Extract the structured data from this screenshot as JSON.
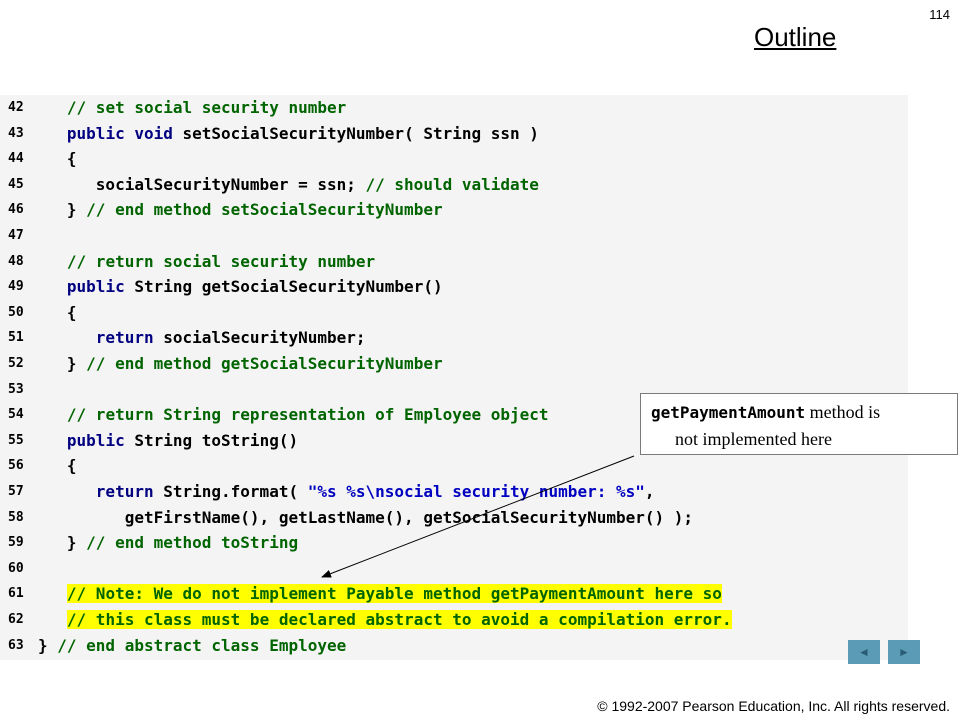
{
  "header": {
    "page_number": "114",
    "outline_label": "Outline"
  },
  "code": {
    "lines": [
      {
        "num": "42",
        "segments": [
          {
            "t": "   "
          },
          {
            "t": "// set social security number",
            "c": "cm"
          }
        ]
      },
      {
        "num": "43",
        "segments": [
          {
            "t": "   "
          },
          {
            "t": "public void",
            "c": "kw"
          },
          {
            "t": " setSocialSecurityNumber( String ssn )"
          }
        ]
      },
      {
        "num": "44",
        "segments": [
          {
            "t": "   {"
          }
        ]
      },
      {
        "num": "45",
        "segments": [
          {
            "t": "      socialSecurityNumber = ssn; "
          },
          {
            "t": "// should validate",
            "c": "cm"
          }
        ]
      },
      {
        "num": "46",
        "segments": [
          {
            "t": "   } "
          },
          {
            "t": "// end method setSocialSecurityNumber",
            "c": "cm"
          }
        ]
      },
      {
        "num": "47",
        "segments": [
          {
            "t": ""
          }
        ]
      },
      {
        "num": "48",
        "segments": [
          {
            "t": "   "
          },
          {
            "t": "// return social security number",
            "c": "cm"
          }
        ]
      },
      {
        "num": "49",
        "segments": [
          {
            "t": "   "
          },
          {
            "t": "public",
            "c": "kw"
          },
          {
            "t": " String getSocialSecurityNumber()"
          }
        ]
      },
      {
        "num": "50",
        "segments": [
          {
            "t": "   {"
          }
        ]
      },
      {
        "num": "51",
        "segments": [
          {
            "t": "      "
          },
          {
            "t": "return",
            "c": "kw"
          },
          {
            "t": " socialSecurityNumber;"
          }
        ]
      },
      {
        "num": "52",
        "segments": [
          {
            "t": "   } "
          },
          {
            "t": "// end method getSocialSecurityNumber",
            "c": "cm"
          }
        ]
      },
      {
        "num": "53",
        "segments": [
          {
            "t": ""
          }
        ]
      },
      {
        "num": "54",
        "segments": [
          {
            "t": "   "
          },
          {
            "t": "// return String representation of Employee object",
            "c": "cm"
          }
        ]
      },
      {
        "num": "55",
        "segments": [
          {
            "t": "   "
          },
          {
            "t": "public",
            "c": "kw"
          },
          {
            "t": " String toString()"
          }
        ]
      },
      {
        "num": "56",
        "segments": [
          {
            "t": "   {"
          }
        ]
      },
      {
        "num": "57",
        "segments": [
          {
            "t": "      "
          },
          {
            "t": "return",
            "c": "kw"
          },
          {
            "t": " String.format( "
          },
          {
            "t": "\"%s %s\\nsocial security number: %s\"",
            "c": "st"
          },
          {
            "t": ","
          }
        ]
      },
      {
        "num": "58",
        "segments": [
          {
            "t": "         getFirstName(), getLastName(), getSocialSecurityNumber() );"
          }
        ]
      },
      {
        "num": "59",
        "segments": [
          {
            "t": "   } "
          },
          {
            "t": "// end method toString",
            "c": "cm"
          }
        ]
      },
      {
        "num": "60",
        "segments": [
          {
            "t": ""
          }
        ]
      },
      {
        "num": "61",
        "segments": [
          {
            "t": "   "
          },
          {
            "t": "// Note: We do not implement Payable method getPaymentAmount here so",
            "c": "cm hl"
          }
        ]
      },
      {
        "num": "62",
        "segments": [
          {
            "t": "   "
          },
          {
            "t": "// this class must be declared abstract to avoid a compilation error.",
            "c": "cm hl"
          }
        ]
      },
      {
        "num": "63",
        "segments": [
          {
            "t": "} "
          },
          {
            "t": "// end abstract class Employee",
            "c": "cm"
          }
        ]
      }
    ]
  },
  "callout": {
    "code_text": "getPaymentAmount",
    "text_part1": " method is",
    "text_part2": "not implemented here"
  },
  "nav": {
    "prev_label": "◄",
    "next_label": "►"
  },
  "footer": {
    "copyright": "© 1992-2007 Pearson Education, Inc.  All rights reserved."
  },
  "colors": {
    "keyword": "#000080",
    "comment": "#006400",
    "string": "#0000c0",
    "highlight": "#ffff00",
    "panel_bg": "#f4f4f4"
  }
}
